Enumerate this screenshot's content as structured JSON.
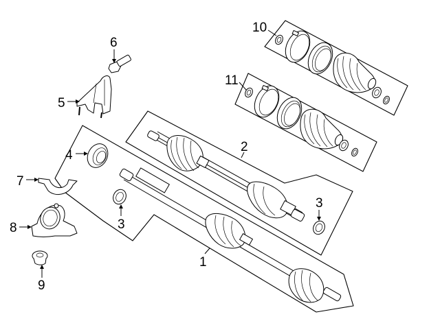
{
  "diagram": {
    "title": "Front Drive Axle Shafts - Exploded Parts Diagram",
    "background_color": "#ffffff",
    "line_color": "#000000",
    "callouts": [
      {
        "id": "c1",
        "label": "1",
        "part": "Axle shaft assembly (left)"
      },
      {
        "id": "c2",
        "label": "2",
        "part": "Axle shaft assembly (right)"
      },
      {
        "id": "c3a",
        "label": "3",
        "part": "Seal / snap ring (lower)"
      },
      {
        "id": "c3b",
        "label": "3",
        "part": "Seal / snap ring (right)"
      },
      {
        "id": "c4",
        "label": "4",
        "part": "Bearing"
      },
      {
        "id": "c5",
        "label": "5",
        "part": "Support bracket"
      },
      {
        "id": "c6",
        "label": "6",
        "part": "Bolt"
      },
      {
        "id": "c7",
        "label": "7",
        "part": "Bearing retainer"
      },
      {
        "id": "c8",
        "label": "8",
        "part": "Bearing housing"
      },
      {
        "id": "c9",
        "label": "9",
        "part": "Nut"
      },
      {
        "id": "c10",
        "label": "10",
        "part": "Outer CV boot kit"
      },
      {
        "id": "c11",
        "label": "11",
        "part": "Inner CV boot kit"
      }
    ]
  }
}
